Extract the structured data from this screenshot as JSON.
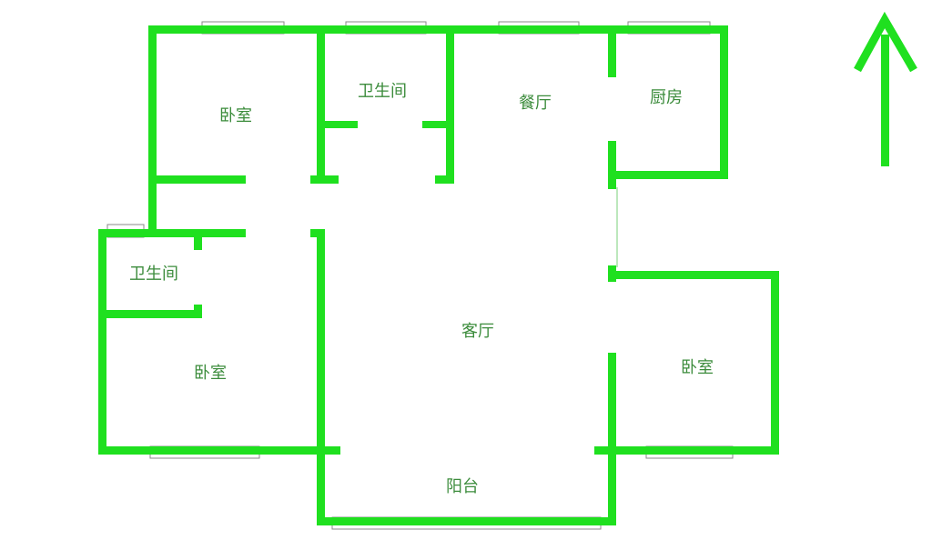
{
  "colors": {
    "wall": "#1fe01f",
    "window": "#8a8a8a",
    "label": "#3c8c3c"
  },
  "rooms": {
    "bedroom_nw": "卧室",
    "bathroom_n": "卫生间",
    "dining": "餐厅",
    "kitchen": "厨房",
    "bathroom_w": "卫生间",
    "bedroom_sw": "卧室",
    "living": "客厅",
    "bedroom_e": "卧室",
    "balcony": "阳台"
  },
  "compass": {
    "icon": "north-arrow-icon"
  }
}
